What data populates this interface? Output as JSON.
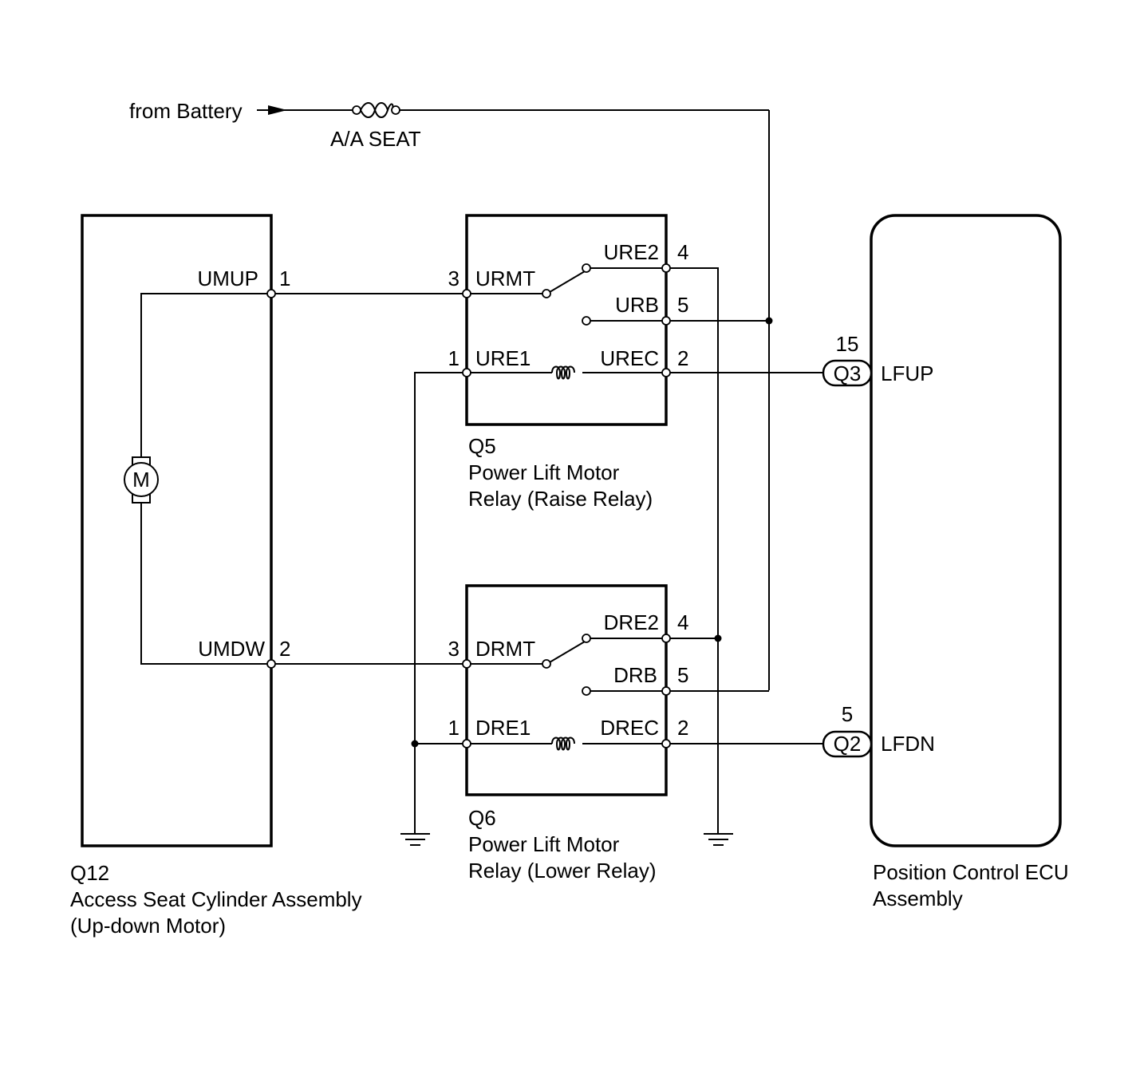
{
  "power": {
    "source_label": "from Battery",
    "fuse_label": "A/A SEAT"
  },
  "q12": {
    "code": "Q12",
    "name": "Access Seat Cylinder Assembly",
    "subname": "(Up-down Motor)",
    "motor_symbol": "M",
    "pins": [
      {
        "name": "UMUP",
        "number": "1"
      },
      {
        "name": "UMDW",
        "number": "2"
      }
    ]
  },
  "q5": {
    "code": "Q5",
    "name": "Power Lift Motor",
    "subname": "Relay (Raise Relay)",
    "pins": [
      {
        "name": "URE2",
        "number": "4"
      },
      {
        "name": "URMT",
        "number": "3"
      },
      {
        "name": "URB",
        "number": "5"
      },
      {
        "name": "URE1",
        "number": "1"
      },
      {
        "name": "UREC",
        "number": "2"
      }
    ]
  },
  "q6": {
    "code": "Q6",
    "name": "Power Lift Motor",
    "subname": "Relay (Lower Relay)",
    "pins": [
      {
        "name": "DRE2",
        "number": "4"
      },
      {
        "name": "DRMT",
        "number": "3"
      },
      {
        "name": "DRB",
        "number": "5"
      },
      {
        "name": "DRE1",
        "number": "1"
      },
      {
        "name": "DREC",
        "number": "2"
      }
    ]
  },
  "ecu": {
    "name": "Position Control ECU",
    "subname": "Assembly",
    "pins": [
      {
        "connector": "Q3",
        "number": "15",
        "name": "LFUP"
      },
      {
        "connector": "Q2",
        "number": "5",
        "name": "LFDN"
      }
    ]
  }
}
